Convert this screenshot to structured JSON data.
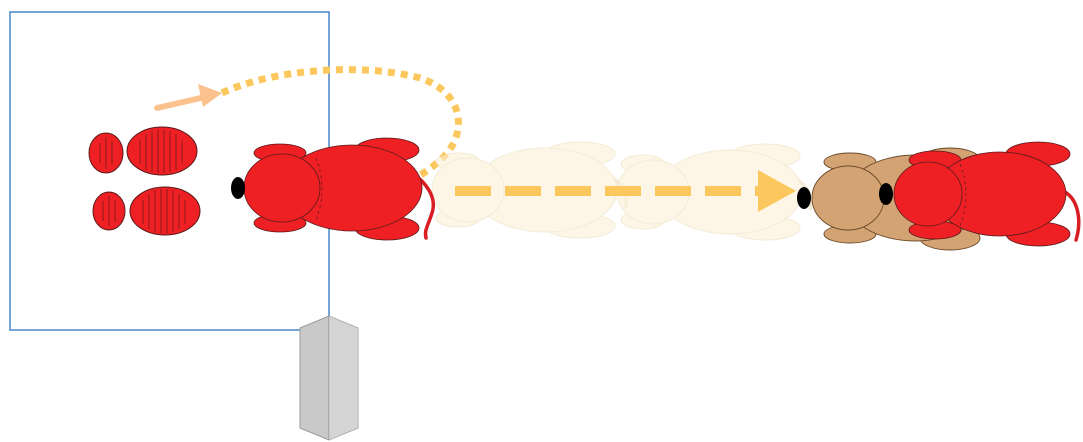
{
  "colors": {
    "red_mouse": "#ee2024",
    "tan_mouse": "#d4a373",
    "ghost_mouse": "#fdf6e3",
    "arrow_orange": "#fcc75c",
    "arrow_peach": "#fbc28e",
    "box_border": "#4a86c8",
    "partition_gray": "#c9c9c9",
    "outline": "#5a1a1a"
  },
  "icons": {
    "footprints": "footprints-icon",
    "mouse_top_view": "mouse-icon",
    "partition": "partition-icon"
  },
  "scene": {
    "enclosure": "square-arena",
    "path_type": "dotted-curve-then-dashed-straight",
    "ghost_count": 2
  }
}
